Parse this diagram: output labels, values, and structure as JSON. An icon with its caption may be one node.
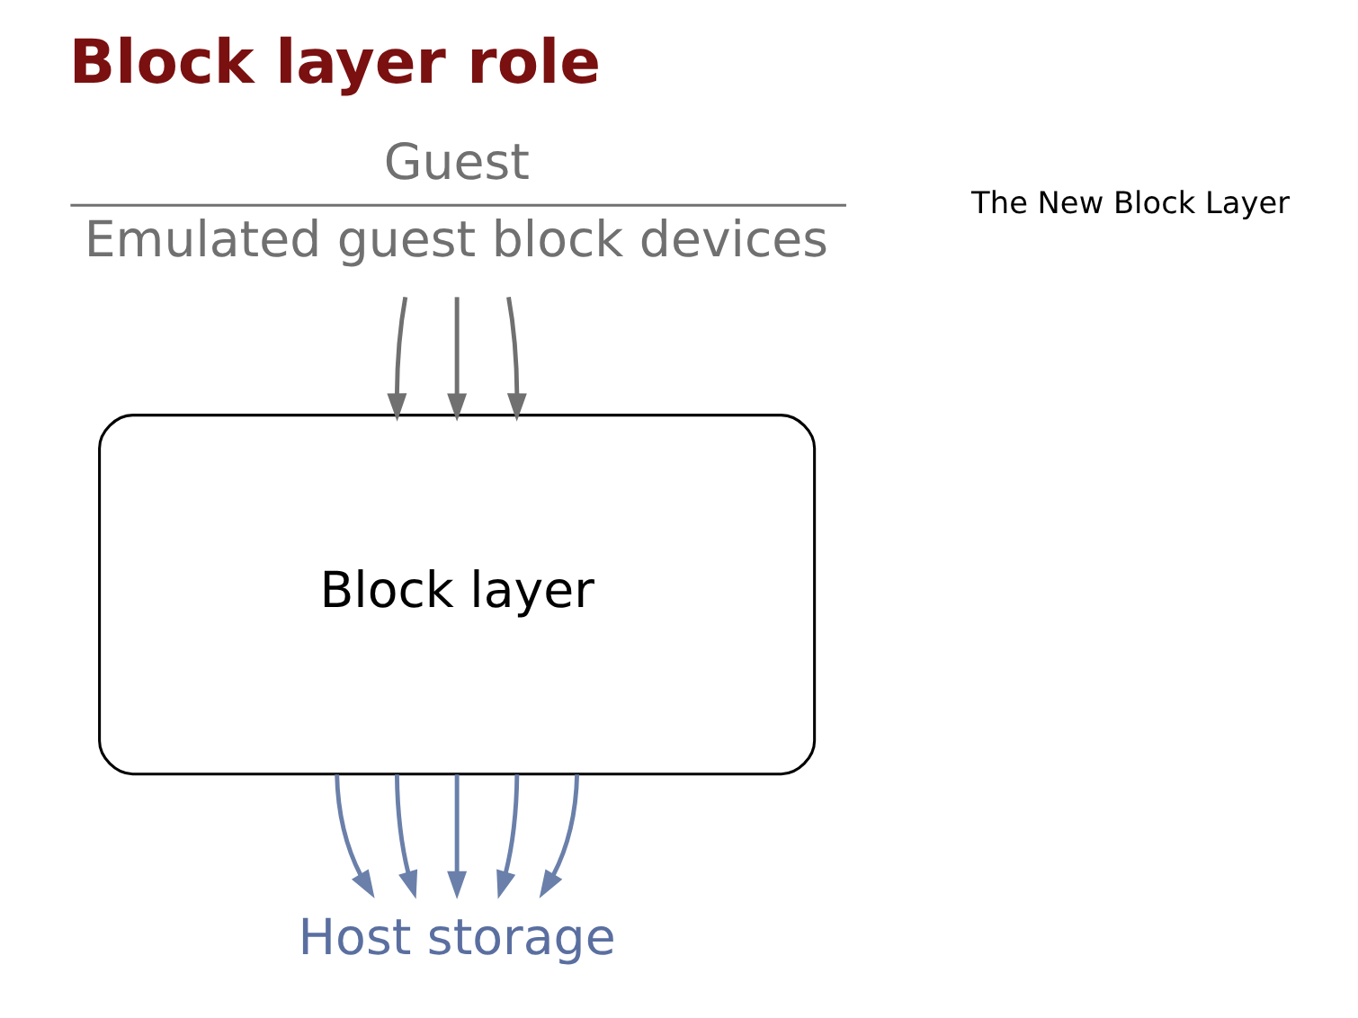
{
  "diagram": {
    "title": "Block layer role",
    "nodes": [
      {
        "text": [
          "Guest",
          "Emulated guest block devices"
        ]
      },
      {
        "text": [
          "Block layer"
        ]
      },
      {
        "text": [
          "Host storage"
        ]
      }
    ],
    "edges": [
      {
        "from": 0,
        "to": 1,
        "arrow": "to",
        "color": "#707070"
      },
      {
        "from": 0,
        "to": 1,
        "arrow": "to",
        "color": "#707070"
      },
      {
        "from": 0,
        "to": 1,
        "arrow": "to",
        "color": "#707070"
      },
      {
        "from": 1,
        "to": 2,
        "arrow": "to"
      },
      {
        "from": 1,
        "to": 2,
        "arrow": "to"
      },
      {
        "from": 1,
        "to": 2,
        "arrow": "to"
      },
      {
        "from": 1,
        "to": 2,
        "arrow": "to"
      },
      {
        "from": 1,
        "to": 2,
        "arrow": "to"
      }
    ],
    "labels": [
      "The New Block Layer"
    ]
  }
}
